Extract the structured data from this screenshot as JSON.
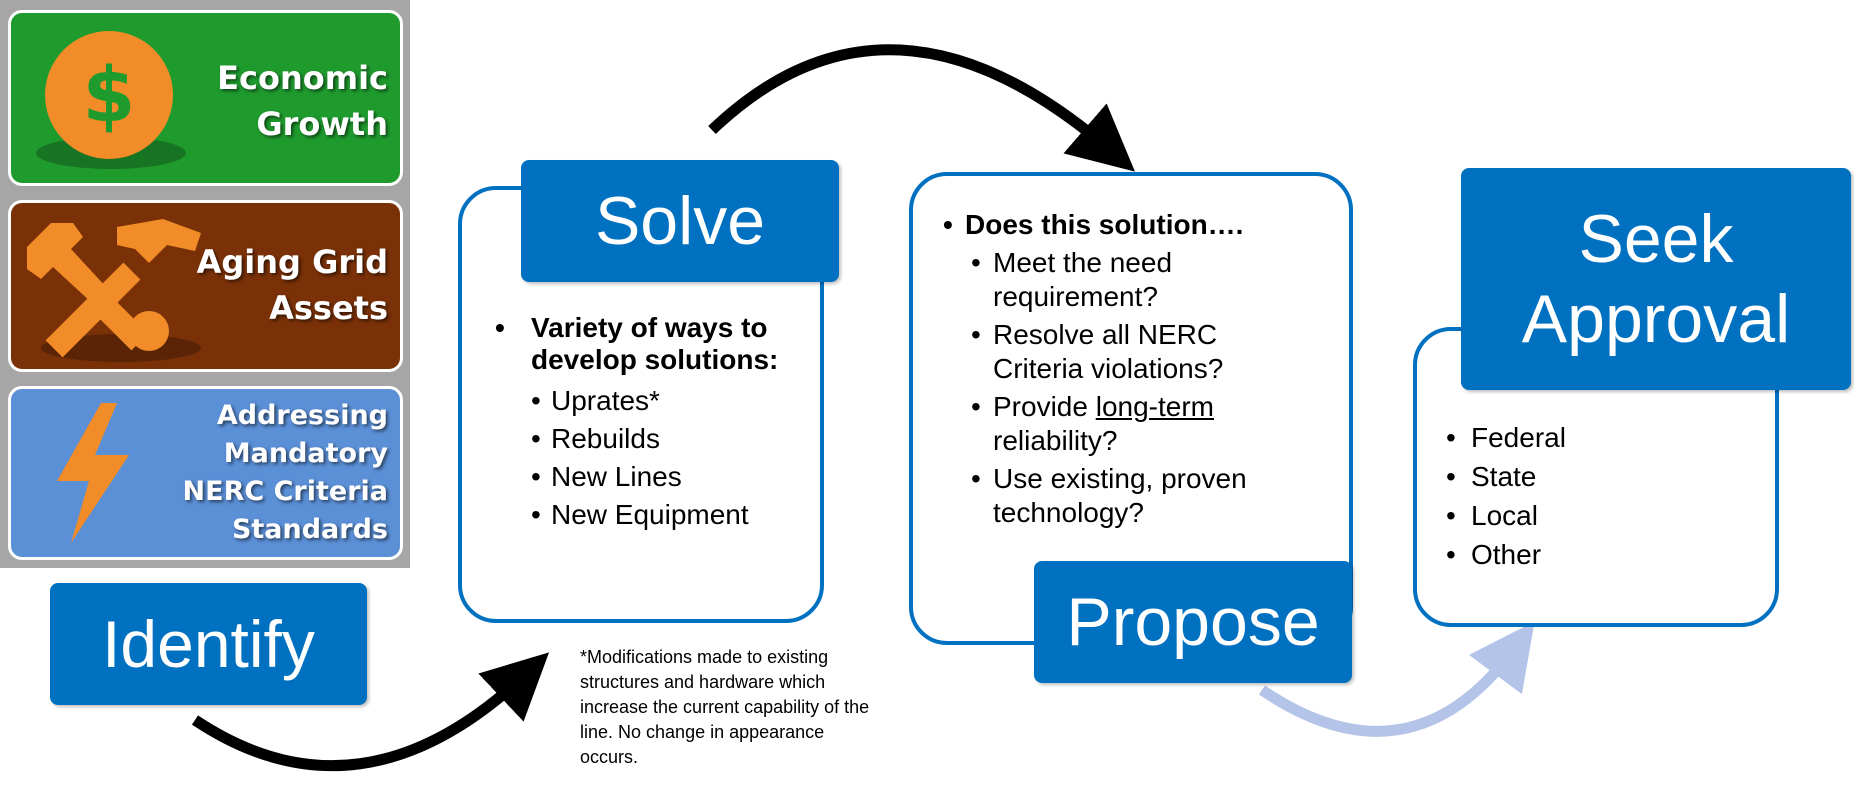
{
  "drivers": [
    {
      "line1": "Economic",
      "line2": "Growth",
      "icon": "dollar-icon",
      "color": "#1f9b2e"
    },
    {
      "line1": "Aging Grid",
      "line2": "Assets",
      "icon": "wrench-hammer-icon",
      "color": "#7a3108"
    },
    {
      "line1": "Addressing",
      "line2": "Mandatory",
      "line3": "NERC Criteria",
      "line4": "Standards",
      "icon": "lightning-icon",
      "color": "#5b8fd6"
    }
  ],
  "dollar_symbol": "$",
  "stages": {
    "identify": "Identify",
    "solve": "Solve",
    "propose": "Propose",
    "seek_line1": "Seek",
    "seek_line2": "Approval"
  },
  "solve_box": {
    "bullet": "•",
    "sub_bullet": "•",
    "heading": "Variety of ways to develop solutions:",
    "items": [
      "Uprates*",
      "Rebuilds",
      "New Lines",
      "New Equipment"
    ]
  },
  "footnote": "*Modifications made to existing structures and hardware which increase the current capability of the line. No change in appearance occurs.",
  "propose_box": {
    "heading": "Does this solution….",
    "q1": "Meet the need requirement?",
    "q2": "Resolve all NERC Criteria violations?",
    "q3_pre": "Provide ",
    "q3_underlined": "long-term",
    "q3_post": " reliability?",
    "q4": "Use existing, proven technology?"
  },
  "approval_box": {
    "items": [
      "Federal",
      "State",
      "Local",
      "Other"
    ]
  },
  "colors": {
    "accent_blue": "#0070c0",
    "arrow_black": "#000000",
    "arrow_light": "#b4c3e8",
    "coin_orange": "#f28c28"
  }
}
